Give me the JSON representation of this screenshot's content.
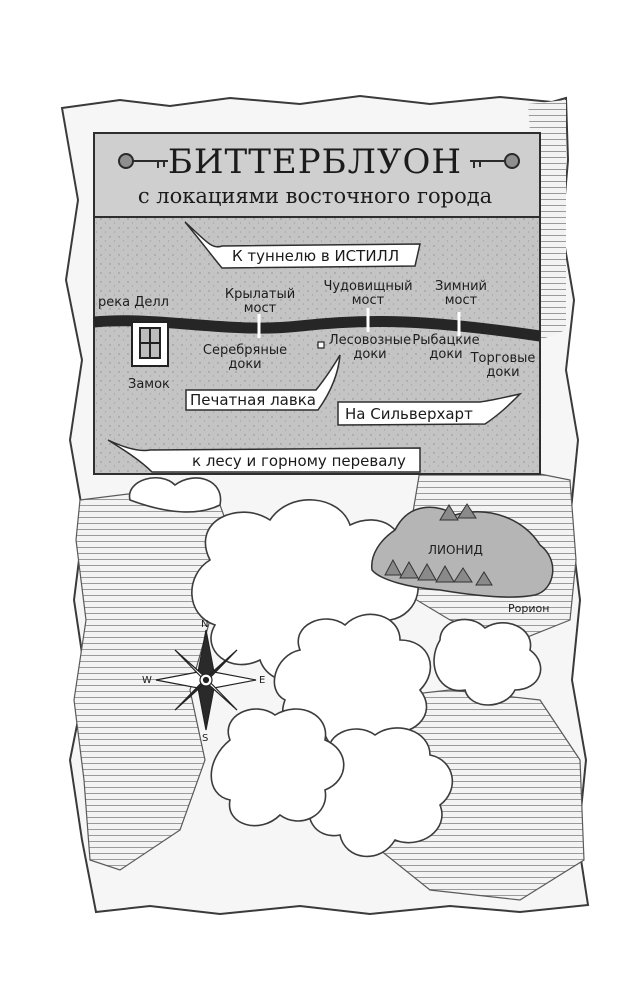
{
  "map": {
    "title": "БИТТЕРБЛУОН",
    "subtitle": "с локациями восточного города",
    "banners": {
      "tunnel": "К туннелю в ИСТИЛЛ",
      "print_shop": "Печатная лавка",
      "silverhart": "На Сильверхарт",
      "forest": "к лесу и горному перевалу"
    },
    "places": {
      "river": "река Делл",
      "castle": "Замок",
      "winged_bridge_1": "Крылатый",
      "winged_bridge_2": "мост",
      "monster_bridge_1": "Чудовищный",
      "monster_bridge_2": "мост",
      "winter_bridge_1": "Зимний",
      "winter_bridge_2": "мост",
      "silver_docks_1": "Серебряные",
      "silver_docks_2": "доки",
      "timber_docks_1": "Лесовозные",
      "timber_docks_2": "доки",
      "fisher_docks_1": "Рыбацкие",
      "fisher_docks_2": "доки",
      "trade_docks_1": "Торговые",
      "trade_docks_2": "доки",
      "lionid": "ЛИОНИД",
      "rorion": "Рорион"
    },
    "compass": {
      "n": "N",
      "s": "S",
      "e": "E",
      "w": "W"
    }
  }
}
